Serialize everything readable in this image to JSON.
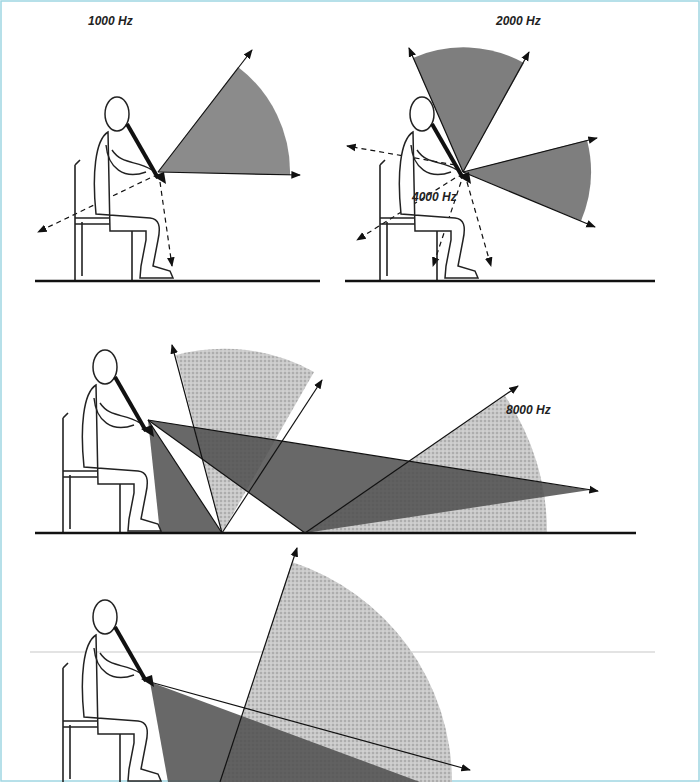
{
  "diagram": {
    "labels": [
      "1000 Hz",
      "2000 Hz",
      "4000 Hz",
      "8000 Hz"
    ]
  }
}
